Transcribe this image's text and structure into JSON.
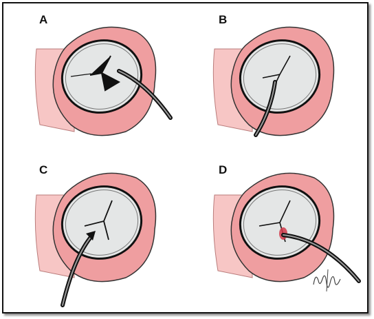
{
  "panels": [
    {
      "label": "A",
      "instrument": "catheter-through-open-leaflets"
    },
    {
      "label": "B",
      "instrument": "catheter-at-commissure"
    },
    {
      "label": "C",
      "instrument": "catheter-arrow-at-commissure"
    },
    {
      "label": "D",
      "instrument": "catheter-through-leaflet-with-injury"
    }
  ],
  "colors": {
    "tissue_pink": "#ef9ea0",
    "tissue_light": "#f7c6c5",
    "valve_grey": "#e4e6e6",
    "outline": "#111111",
    "injury_red": "#d23a4a"
  },
  "signature": "hand-signature"
}
